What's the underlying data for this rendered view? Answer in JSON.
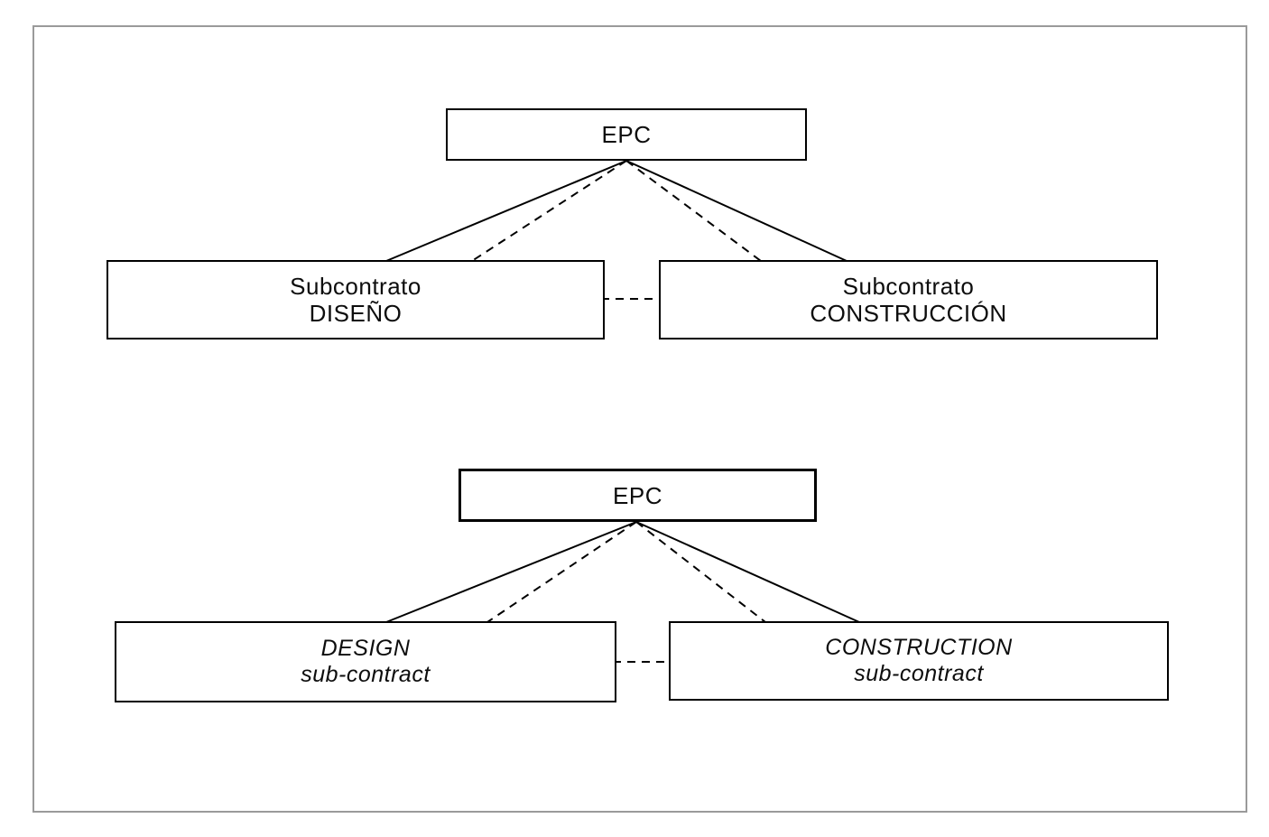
{
  "colors": {
    "connector": "#000000",
    "box_border": "#000000",
    "frame_border": "#9a9a9a",
    "background": "#ffffff"
  },
  "diagrams": {
    "top": {
      "root_label": "EPC",
      "left_box": {
        "line1": "Subcontrato",
        "line2": "DISEÑO"
      },
      "right_box": {
        "line1": "Subcontrato",
        "line2": "CONSTRUCCIÓN"
      }
    },
    "bottom": {
      "root_label": "EPC",
      "left_box": {
        "line1": "DESIGN",
        "line2": "sub-contract"
      },
      "right_box": {
        "line1": "CONSTRUCTION",
        "line2": "sub-contract"
      }
    }
  }
}
